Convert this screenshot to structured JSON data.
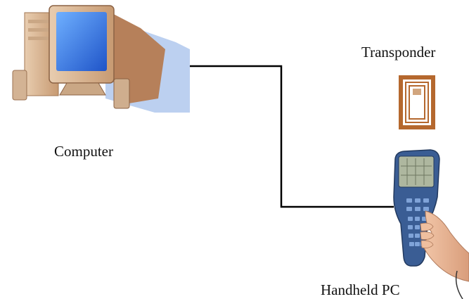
{
  "labels": {
    "computer": "Computer",
    "transponder": "Transponder",
    "handheld_pc": "Handheld PC"
  },
  "icons": {
    "computer": "desktop-computer-icon",
    "transponder": "rfid-transponder-icon",
    "handheld_pc": "handheld-pc-icon"
  },
  "colors": {
    "connector": "#000000",
    "monitor_body": "#d7b493",
    "monitor_screen": "#2f6fe0",
    "transponder": "#b0632b",
    "handheld_body": "#3a5d94"
  }
}
